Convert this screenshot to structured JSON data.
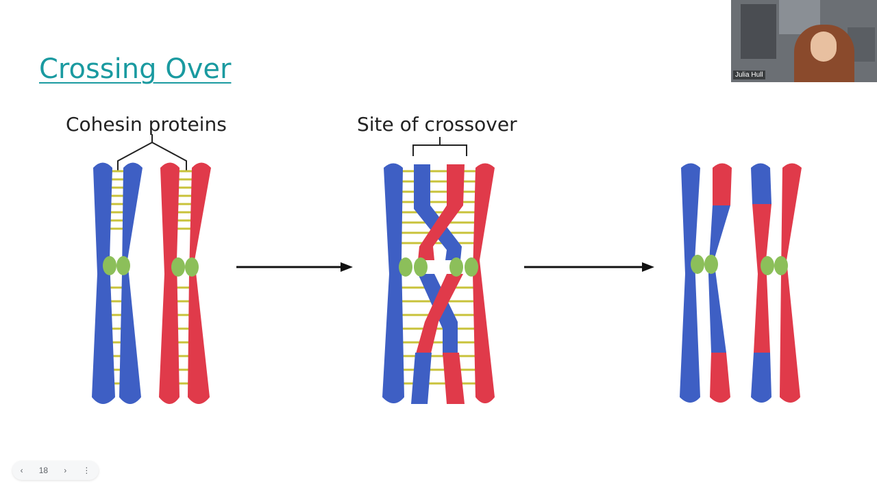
{
  "slide": {
    "title": "Crossing Over",
    "label_cohesin": "Cohesin proteins",
    "label_crossover": "Site of crossover"
  },
  "video": {
    "participant_name": "Julia Hull"
  },
  "navigation": {
    "prev_icon": "chevron-left-icon",
    "page_number": "18",
    "next_icon": "chevron-right-icon",
    "menu_icon": "more-vertical-icon"
  },
  "colors": {
    "title": "#1a9aa0",
    "blue_chromatid": "#3e5fc4",
    "red_chromatid": "#e03a4a",
    "cohesin": "#c8c23a",
    "centromere": "#8cbf5a"
  }
}
